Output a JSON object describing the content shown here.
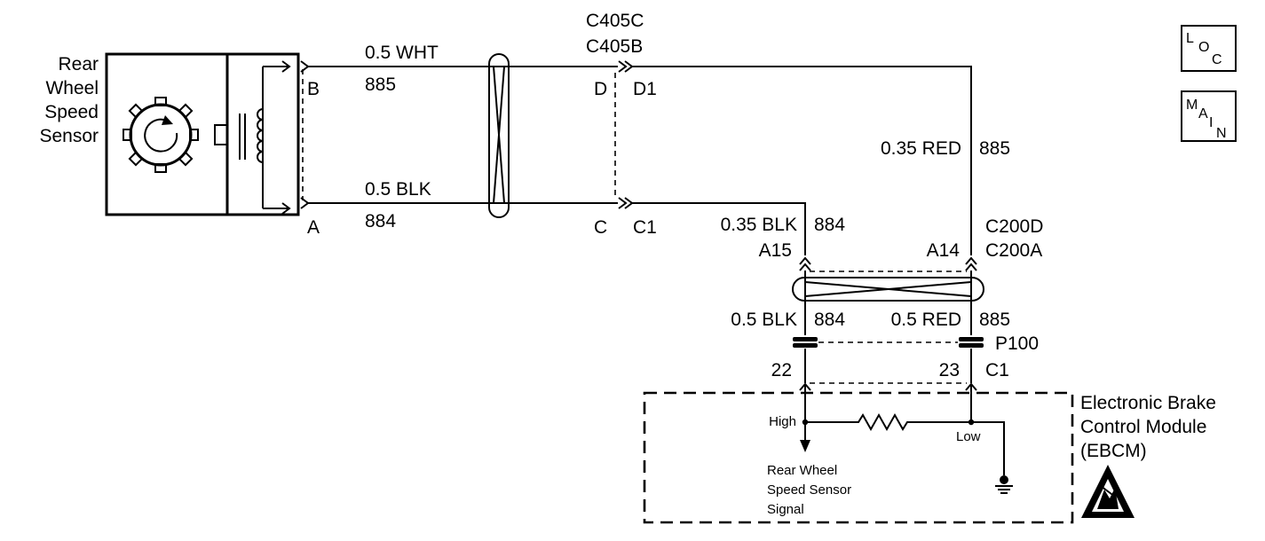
{
  "sensor": {
    "name_lines": [
      "Rear",
      "Wheel",
      "Speed",
      "Sensor"
    ]
  },
  "connectors": {
    "sensor_pin_b": "B",
    "sensor_pin_a": "A",
    "c405_c": "C405C",
    "c405_b": "C405B",
    "pin_d": "D",
    "pin_d1": "D1",
    "pin_c": "C",
    "pin_c1": "C1",
    "c200_d": "C200D",
    "c200_a": "C200A",
    "pin_a15": "A15",
    "pin_a14": "A14",
    "p100": "P100",
    "p100_c1": "C1",
    "pin_22": "22",
    "pin_23": "23"
  },
  "wires": {
    "top_color": "0.5 WHT",
    "top_circuit": "885",
    "bottom_color": "0.5 BLK",
    "bottom_circuit": "884",
    "right_upper_color": "0.35 RED",
    "right_upper_circuit": "885",
    "left_upper_color": "0.35 BLK",
    "left_upper_circuit": "884",
    "left_lower_color": "0.5 BLK",
    "left_lower_circuit": "884",
    "right_lower_color": "0.5 RED",
    "right_lower_circuit": "885"
  },
  "module": {
    "high_label": "High",
    "low_label": "Low",
    "signal_lines": [
      "Rear Wheel",
      "Speed Sensor",
      "Signal"
    ],
    "name_lines": [
      "Electronic Brake",
      "Control Module",
      "(EBCM)"
    ]
  },
  "corner_boxes": {
    "loc": {
      "big": "L",
      "chars": [
        "O",
        "C"
      ]
    },
    "main": {
      "big": "M",
      "chars": [
        "A",
        "I",
        "N"
      ]
    }
  }
}
